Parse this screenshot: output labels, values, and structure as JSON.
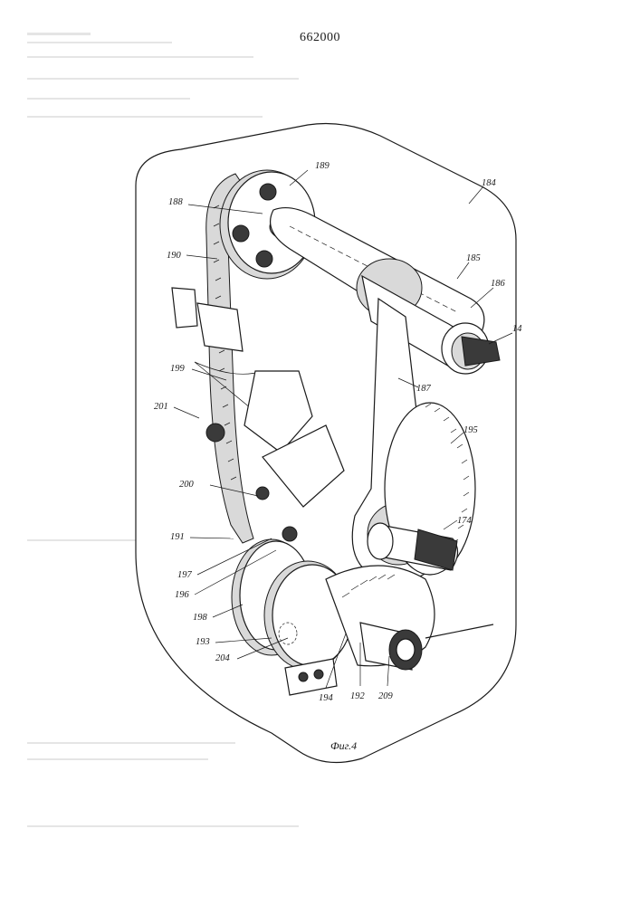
{
  "page": {
    "number": "662000"
  },
  "figure": {
    "caption": "Фиг.4",
    "callouts": [
      "189",
      "188",
      "184",
      "190",
      "185",
      "186",
      "14",
      "199",
      "187",
      "201",
      "195",
      "200",
      "174",
      "191",
      "197",
      "196",
      "198",
      "193",
      "204",
      "194",
      "192",
      "209"
    ],
    "colors": {
      "ink": "#1a1a1a",
      "paper": "#ffffff",
      "shade": "#d9d9d9"
    }
  }
}
